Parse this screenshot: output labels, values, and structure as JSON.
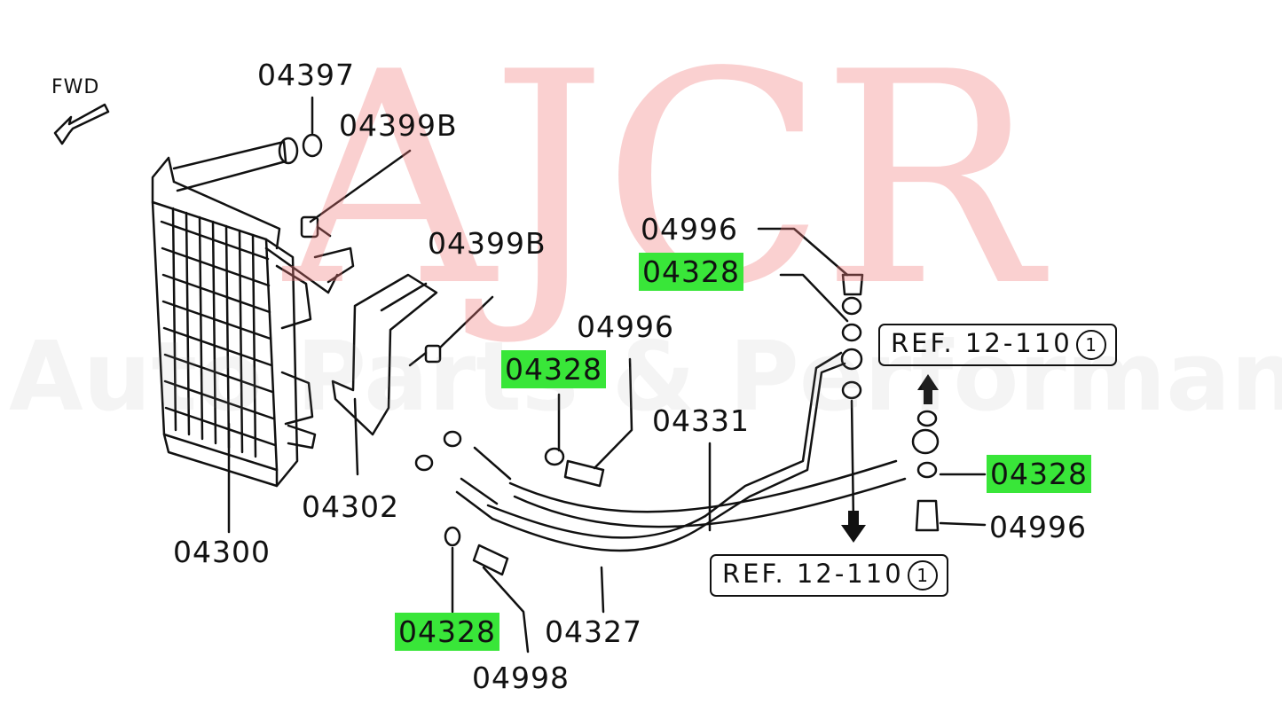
{
  "watermark": {
    "brand": "AJCR",
    "tagline": "Auto Parts & Performance"
  },
  "fwd_label": "FWD",
  "labels": {
    "p04397": "04397",
    "p04399b_top": "04399B",
    "p04399b_mid": "04399B",
    "p04996_top": "04996",
    "p04328_top": "04328",
    "p04996_mid": "04996",
    "p04328_mid": "04328",
    "p04331": "04331",
    "p04302": "04302",
    "p04300": "04300",
    "p04328_right": "04328",
    "p04996_right": "04996",
    "p04328_bottom": "04328",
    "p04327": "04327",
    "p04998_bottom": "04998"
  },
  "refs": {
    "upper": {
      "text": "REF. 12-110",
      "circle": "1"
    },
    "lower": {
      "text": "REF. 12-110",
      "circle": "1"
    }
  },
  "colors": {
    "highlight": "#39e639",
    "watermark": "#f07878",
    "line": "#111111"
  }
}
